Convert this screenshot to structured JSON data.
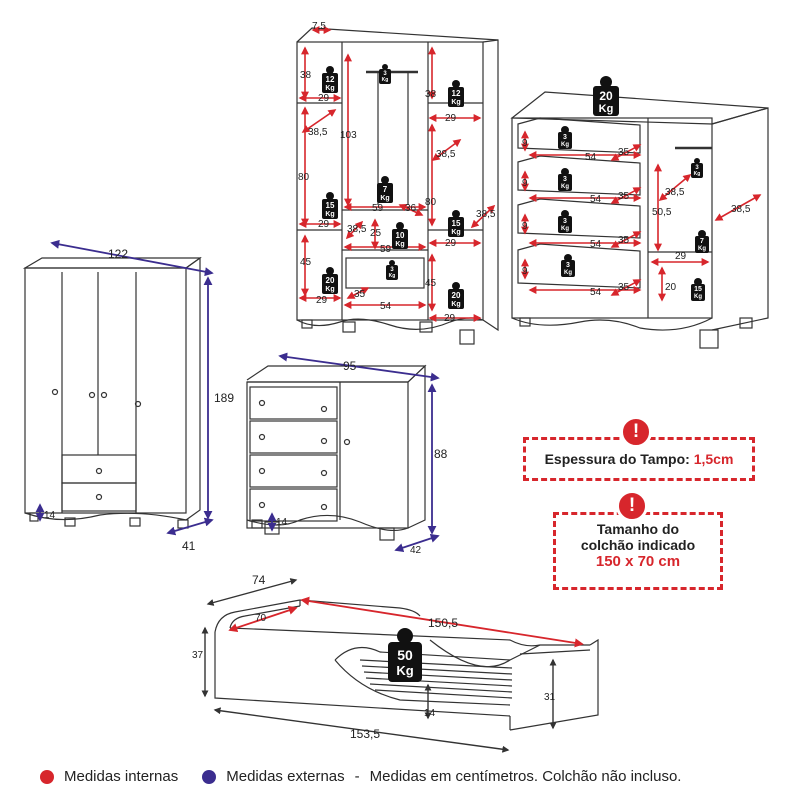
{
  "colors": {
    "internal": "#d7262c",
    "external": "#3b2d8f",
    "line": "#333333"
  },
  "wardrobe_internal": {
    "top_depth": "7,5",
    "left_top_height": "38",
    "left_top_width": "29",
    "left_top_weight": "12",
    "left_mid_depth": "38,5",
    "left_mid_height": "80",
    "left_mid_width": "29",
    "left_mid_weight": "15",
    "left_bot_height": "45",
    "left_bot_width": "29",
    "left_bot_weight": "20",
    "center_height": "103",
    "hanger_weight": "3",
    "center_weight": "7",
    "center_width": "59",
    "center_width2": "59",
    "center_depth": "36",
    "drawer_depth": "38,5",
    "drawer_height": "25",
    "drawer_weight": "10",
    "drawer2_weight": "3",
    "drawer_width": "54",
    "drawer2_depth": "35",
    "right_top_height": "38",
    "right_top_width": "29",
    "right_top_weight": "12",
    "right_mid_depth": "38,5",
    "right_mid_height": "80",
    "right_mid_width": "29",
    "right_mid_weight": "15",
    "right_bot_height": "45",
    "right_bot_width": "29",
    "right_bot_weight": "20",
    "side_depth": "38,5"
  },
  "chest_internal": {
    "top_weight": "20",
    "drawer_height": "9",
    "drawer_width": "54",
    "drawer_depth": "35",
    "drawer_weight": "3",
    "hanger_weight": "3",
    "door_height": "50,5",
    "door_depth": "38,5",
    "side_depth": "38,5",
    "shelf_width": "29",
    "shelf_weight": "7",
    "bottom_height": "20",
    "bottom_weight": "15"
  },
  "wardrobe_external": {
    "width": "122",
    "height": "189",
    "depth": "41",
    "foot": "14"
  },
  "chest_external": {
    "width": "95",
    "height": "88",
    "depth": "42",
    "foot": "14"
  },
  "bed": {
    "width": "74",
    "inner_width": "70",
    "inner_length": "150,5",
    "height": "37",
    "side_height": "31",
    "clearance": "14",
    "length": "153,5",
    "weight": "50"
  },
  "weight_unit": "Kg",
  "notes": {
    "thickness_label": "Espessura do Tampo:",
    "thickness_value": "1,5cm",
    "mattress_line1": "Tamanho do",
    "mattress_line2": "colchão indicado",
    "mattress_size": "150 x 70 cm",
    "alert_symbol": "!"
  },
  "legend": {
    "internal": "Medidas internas",
    "external": "Medidas externas",
    "separator": "-",
    "note": "Medidas em centímetros. Colchão não incluso."
  }
}
